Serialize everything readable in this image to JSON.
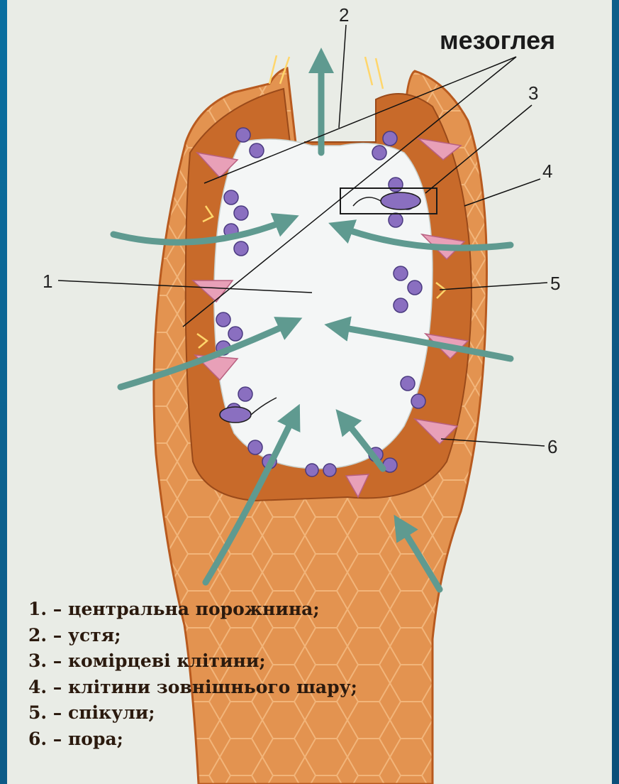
{
  "diagram": {
    "title_label": "мезоглея",
    "callout_numbers": [
      "1",
      "2",
      "3",
      "4",
      "5",
      "6"
    ],
    "legend": [
      "1. – центральна порожнина;",
      "2. – устя;",
      "3. – комірцеві клітини;",
      "4. – клітини зовнішнього шару;",
      "5. – спікули;",
      "6. – пора;"
    ]
  },
  "colors": {
    "background_frame": "#0c5f8c",
    "panel": "#e9ece6",
    "sponge_body": "#e08a45",
    "sponge_outline": "#b85a1f",
    "mesoglea": "#c86a2a",
    "cavity": "#f4f6f6",
    "collar_cells": "#8a6fc0",
    "pores": "#e8a0b8",
    "water_flow_arrows": "#5f9a90"
  }
}
